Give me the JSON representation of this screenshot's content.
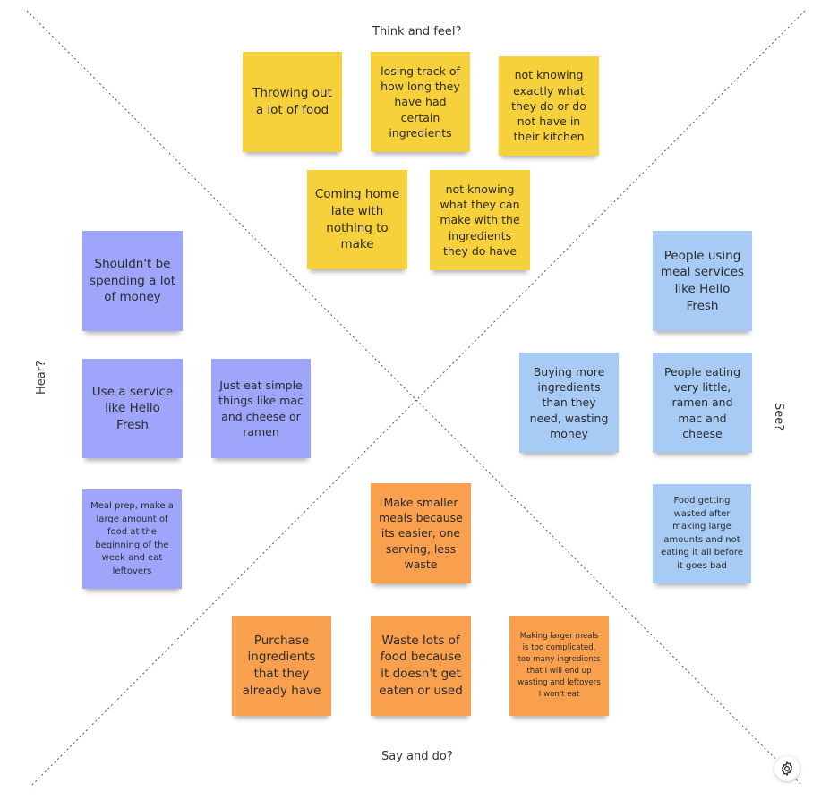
{
  "labels": {
    "top": "Think and feel?",
    "bottom": "Say and do?",
    "left": "Hear?",
    "right": "See?"
  },
  "colors": {
    "yellow": "#f7d13c",
    "violet": "#9ea5fb",
    "blue": "#a7cbf4",
    "orange": "#f9a04e"
  },
  "notes": {
    "n1": "Throwing out a lot of food",
    "n2": "losing track of how long they have had certain ingredients",
    "n3": "not knowing exactly what they do or do not have in their kitchen",
    "n4": "Coming home late with nothing to make",
    "n5": "not knowing what they can make with the ingredients they do have",
    "n6": "Shouldn't be spending a lot of money",
    "n7": "Use a service like Hello Fresh",
    "n8": "Just eat simple things like mac and cheese or ramen",
    "n9": "Meal prep, make a large amount of food at the beginning of the week and eat leftovers",
    "n10": "People using meal services like Hello Fresh",
    "n11": "Buying more ingredients than they need, wasting money",
    "n12": "People eating very little, ramen and mac and cheese",
    "n13": "Food getting wasted after making large amounts and not eating it all before it goes bad",
    "n14": "Make smaller meals because its easier, one serving, less waste",
    "n15": "Purchase ingredients that they already have",
    "n16": "Waste lots of food because it doesn't get eaten or used",
    "n17": "Making larger meals is too complicated, too many ingredients that I will end up wasting and leftovers I won't eat"
  },
  "icons": {
    "settings": "gear-icon"
  }
}
